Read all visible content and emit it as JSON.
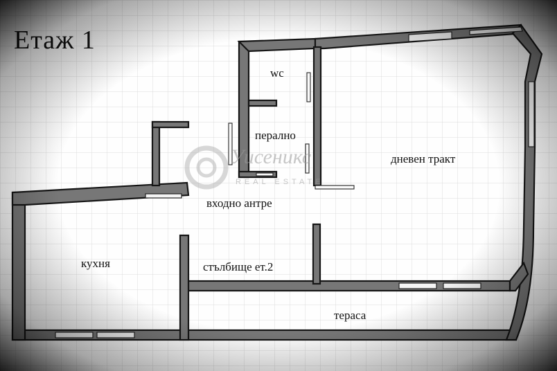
{
  "plan": {
    "title": "Етаж 1",
    "rooms": {
      "wc": "wc",
      "laundry": "перално",
      "living": "дневен тракт",
      "entrance": "входно антре",
      "kitchen": "кухня",
      "stairs": "стълбище ет.2",
      "terrace": "тераса"
    },
    "watermark": {
      "brand": "Уисеникс",
      "subtitle": "REAL ESTATE"
    }
  },
  "colors": {
    "background": "#fefefe",
    "vignette": "#000000",
    "wall_fill": "#777777",
    "wall_outline": "#151515",
    "grid_line": "#dddddd"
  }
}
